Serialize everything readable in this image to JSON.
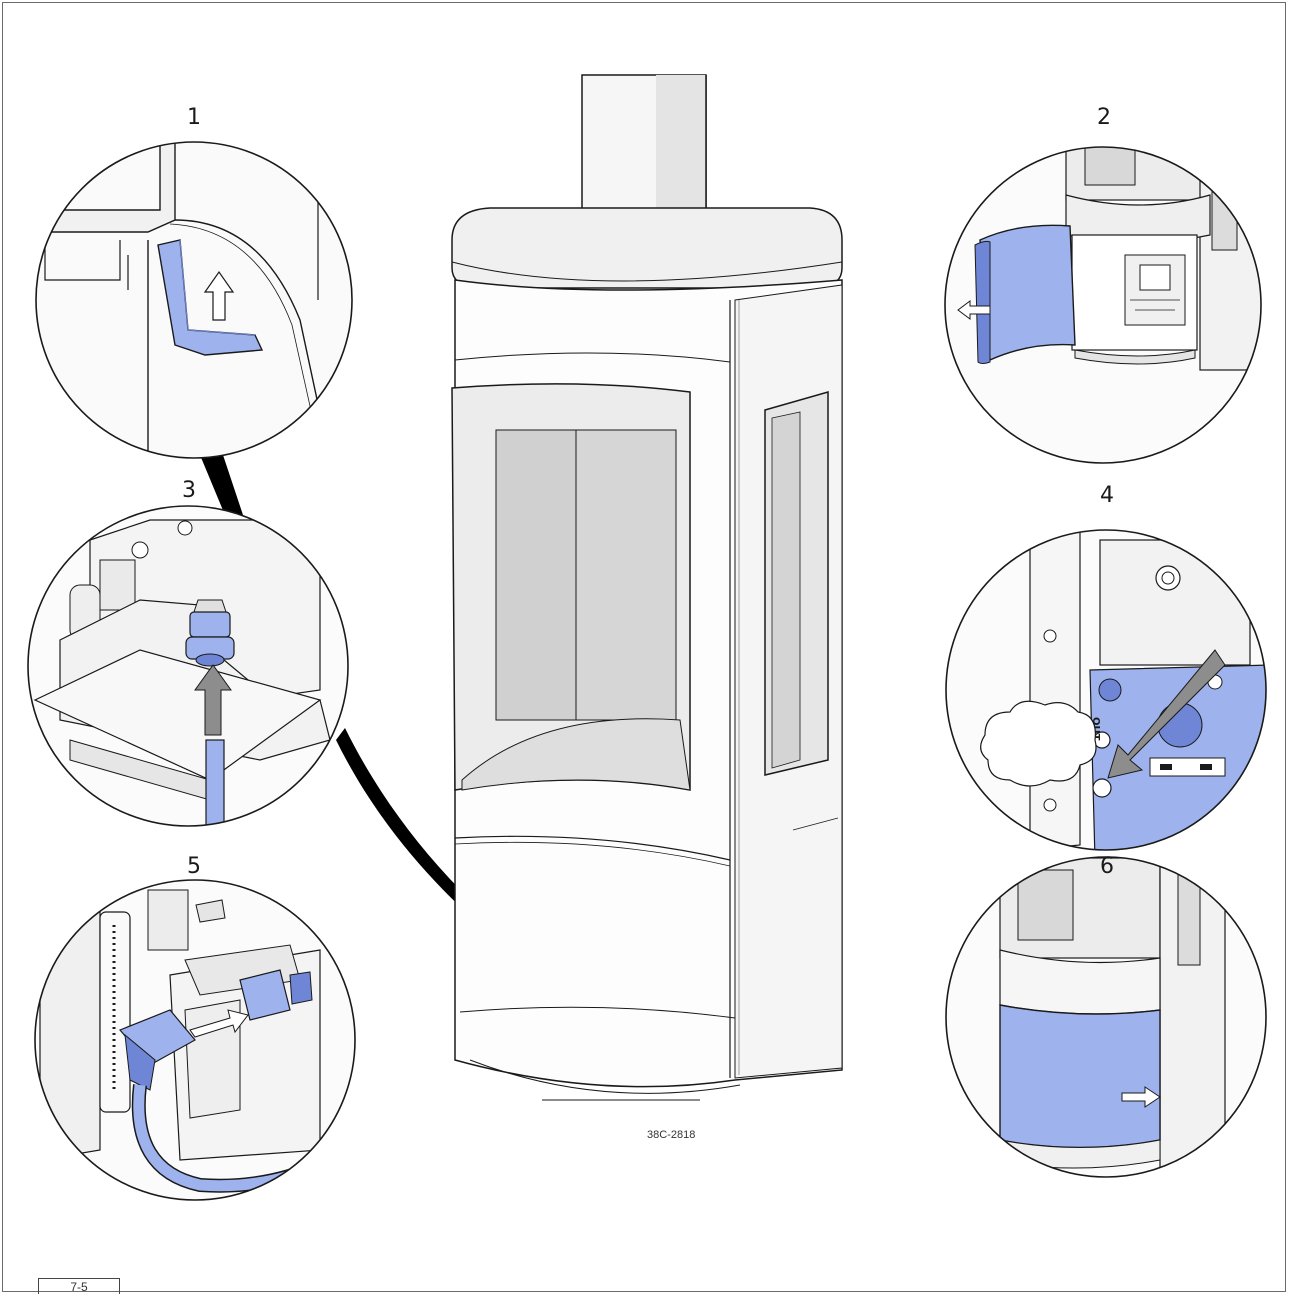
{
  "steps": [
    {
      "label": "1"
    },
    {
      "label": "2"
    },
    {
      "label": "3"
    },
    {
      "label": "4"
    },
    {
      "label": "5"
    },
    {
      "label": "6"
    }
  ],
  "drawing_code": "38C-2818",
  "page_ref": "7-5",
  "valve_label": "OUT",
  "colors": {
    "highlight_blue": "#9eb3ee",
    "highlight_blue_dark": "#6f86d6",
    "outline": "#1a1a1a",
    "stove_white": "#fdfdfd",
    "glass_grey": "#d6d6d6",
    "arrow_grey": "#8d8d8d"
  }
}
